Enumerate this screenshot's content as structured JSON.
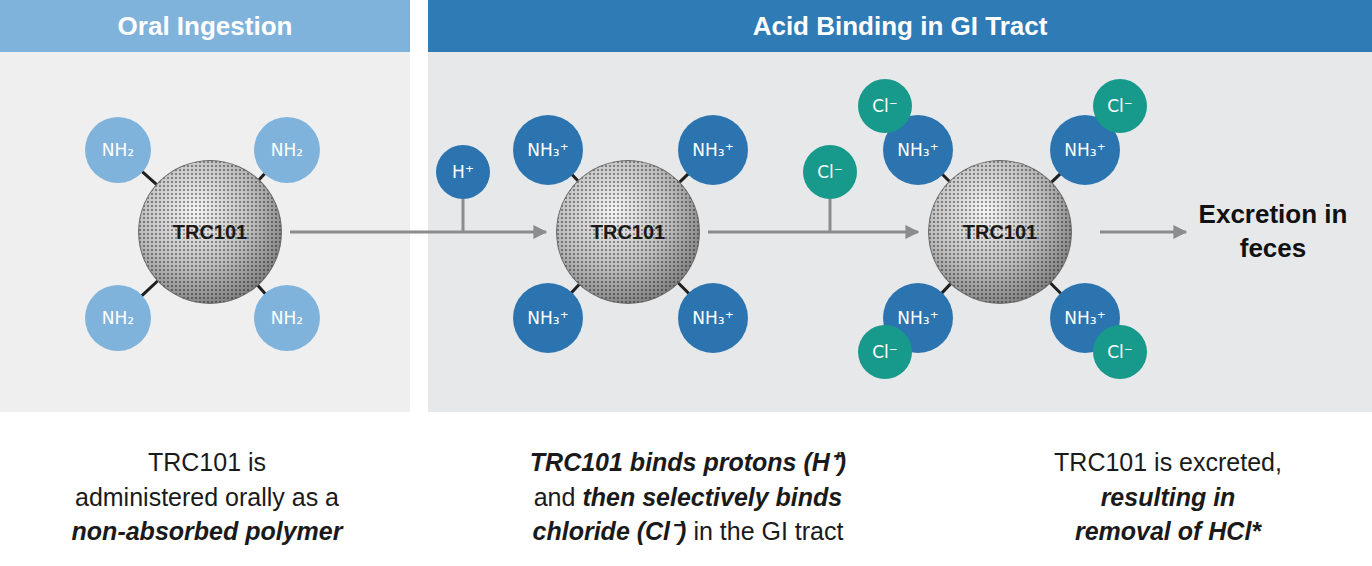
{
  "diagram": {
    "nodes": [
      {
        "text": [
          "Oral Ingestion"
        ]
      },
      {
        "text": [
          "Acid Binding in GI Tract"
        ]
      },
      {
        "text": [
          "TRC101"
        ]
      },
      {
        "text": [
          "NH₂"
        ]
      },
      {
        "text": [
          "NH₂"
        ]
      },
      {
        "text": [
          "NH₂"
        ]
      },
      {
        "text": [
          "NH₂"
        ]
      },
      {
        "text": [
          "H⁺"
        ]
      },
      {
        "text": [
          "TRC101"
        ]
      },
      {
        "text": [
          "NH₃⁺"
        ]
      },
      {
        "text": [
          "NH₃⁺"
        ]
      },
      {
        "text": [
          "NH₃⁺"
        ]
      },
      {
        "text": [
          "NH₃⁺"
        ]
      },
      {
        "text": [
          "Cl⁻"
        ]
      },
      {
        "text": [
          "TRC101"
        ]
      },
      {
        "text": [
          "NH₃⁺"
        ]
      },
      {
        "text": [
          "NH₃⁺"
        ]
      },
      {
        "text": [
          "NH₃⁺"
        ]
      },
      {
        "text": [
          "NH₃⁺"
        ]
      },
      {
        "text": [
          "Cl⁻"
        ]
      },
      {
        "text": [
          "Cl⁻"
        ]
      },
      {
        "text": [
          "Cl⁻"
        ]
      },
      {
        "text": [
          "Cl⁻"
        ]
      }
    ],
    "edges": [
      {
        "from": 2,
        "to": 3,
        "arrow": "none"
      },
      {
        "from": 2,
        "to": 4,
        "arrow": "none"
      },
      {
        "from": 2,
        "to": 5,
        "arrow": "none"
      },
      {
        "from": 2,
        "to": 6,
        "arrow": "none"
      },
      {
        "from": 2,
        "to": 8,
        "arrow": "to"
      },
      {
        "from": 8,
        "to": 9,
        "arrow": "none"
      },
      {
        "from": 8,
        "to": 10,
        "arrow": "none"
      },
      {
        "from": 8,
        "to": 11,
        "arrow": "none"
      },
      {
        "from": 8,
        "to": 12,
        "arrow": "none"
      },
      {
        "from": 8,
        "to": 14,
        "arrow": "to"
      },
      {
        "from": 14,
        "to": 15,
        "arrow": "none"
      },
      {
        "from": 14,
        "to": 16,
        "arrow": "none"
      },
      {
        "from": 14,
        "to": 17,
        "arrow": "none"
      },
      {
        "from": 14,
        "to": 18,
        "arrow": "none"
      }
    ],
    "labels": [
      "Excretion in feces",
      "TRC101 is",
      "administered orally as a",
      "non-absorbed polymer",
      "TRC101 binds protons (H⁺)",
      "and",
      "then selectively binds",
      "chloride (Cl⁻)",
      "in the GI tract",
      "TRC101 is excreted,",
      "resulting in",
      "removal of HCl*"
    ]
  }
}
